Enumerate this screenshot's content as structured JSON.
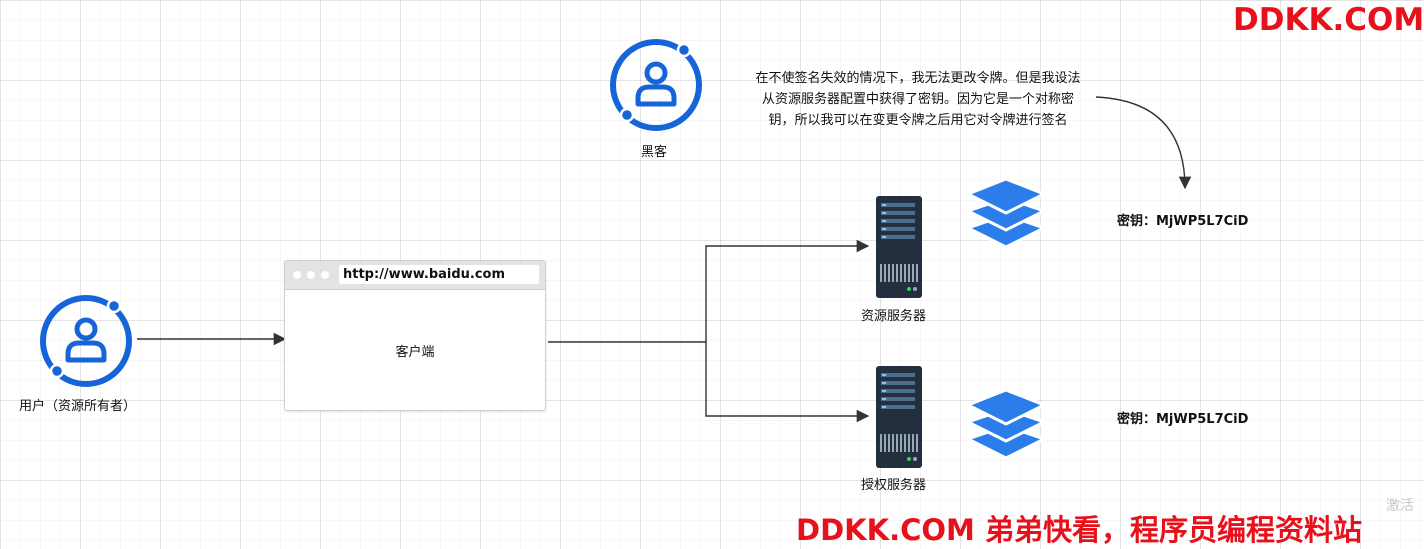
{
  "user": {
    "label": "用户（资源所有者）",
    "icon": "user-icon"
  },
  "hacker": {
    "label": "黑客",
    "icon": "user-icon"
  },
  "client": {
    "url": "http://www.baidu.com",
    "label": "客户端"
  },
  "resource_server": {
    "label": "资源服务器",
    "key_label": "密钥：MjWP5L7CiD"
  },
  "auth_server": {
    "label": "授权服务器",
    "key_label": "密钥：MjWP5L7CiD"
  },
  "hacker_note": {
    "lines": [
      "在不使签名失效的情况下，我无法更改令牌。但是我设法",
      "从资源服务器配置中获得了密钥。因为它是一个对称密",
      "钥，所以我可以在变更令牌之后用它对令牌进行签名"
    ]
  },
  "watermark": {
    "top": "DDKK.COM",
    "bottom": "DDKK.COM 弟弟快看，程序员编程资料站",
    "activate": "激活"
  },
  "colors": {
    "accent": "#1565d8",
    "layers": "#2b7de9",
    "server": "#232f3e",
    "watermark": "#e8111b"
  }
}
